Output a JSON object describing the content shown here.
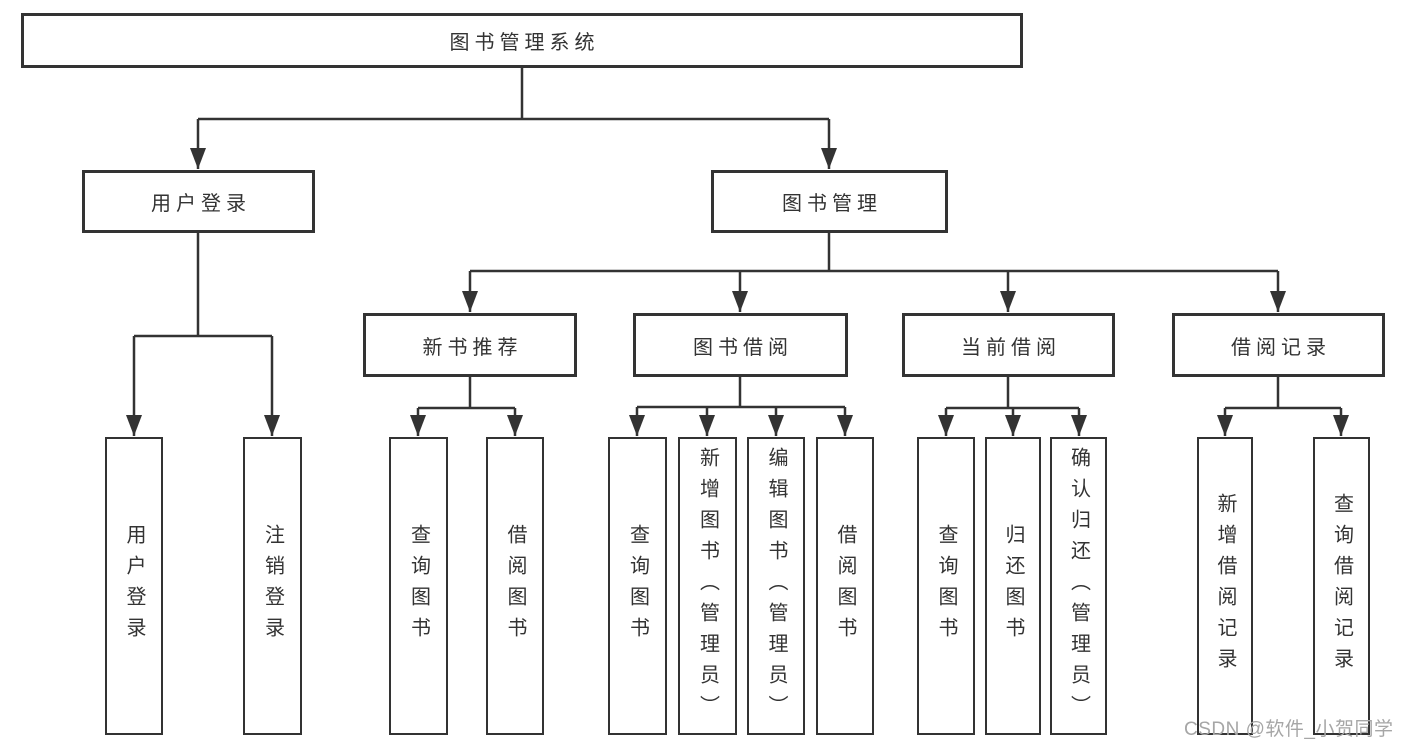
{
  "diagram": {
    "tree": {
      "label": "图书管理系统",
      "children": [
        {
          "label": "用户登录",
          "children": [
            {
              "label": "用户登录"
            },
            {
              "label": "注销登录"
            }
          ]
        },
        {
          "label": "图书管理",
          "children": [
            {
              "label": "新书推荐",
              "children": [
                {
                  "label": "查询图书"
                },
                {
                  "label": "借阅图书"
                }
              ]
            },
            {
              "label": "图书借阅",
              "children": [
                {
                  "label": "查询图书"
                },
                {
                  "label": "新增图书（管理员）"
                },
                {
                  "label": "编辑图书（管理员）"
                },
                {
                  "label": "借阅图书"
                }
              ]
            },
            {
              "label": "当前借阅",
              "children": [
                {
                  "label": "查询图书"
                },
                {
                  "label": "归还图书"
                },
                {
                  "label": "确认归还（管理员）"
                }
              ]
            },
            {
              "label": "借阅记录",
              "children": [
                {
                  "label": "新增借阅记录"
                },
                {
                  "label": "查询借阅记录"
                }
              ]
            }
          ]
        }
      ]
    },
    "watermark": "CSDN @软件_小贺同学"
  },
  "colors": {
    "line": "#333333",
    "text": "#333333",
    "box_background": "#ffffff",
    "watermark": "#a6a6a6",
    "page_background": "#ffffff"
  }
}
